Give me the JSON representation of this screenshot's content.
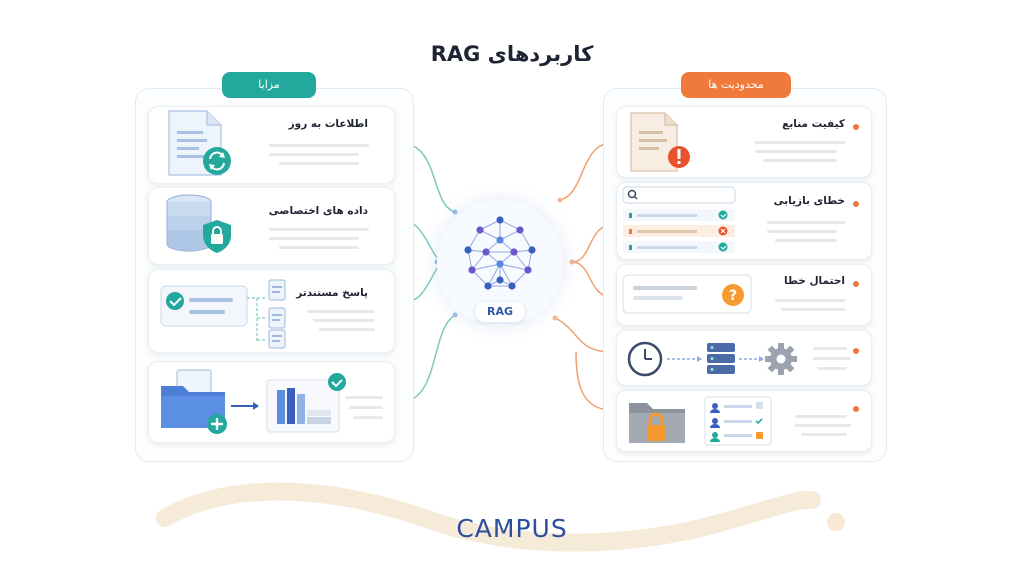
{
  "title": "کاربردهای RAG",
  "advantages": {
    "header": "مزایا",
    "items": [
      {
        "label": "اطلاعات به روز"
      },
      {
        "label": "داده های اختصاصی"
      },
      {
        "label": "پاسخ مستندتر"
      },
      {
        "label": ""
      }
    ]
  },
  "limitations": {
    "header": "محدودیت ها",
    "items": [
      {
        "label": "کیفیت منابع"
      },
      {
        "label": "خطای بازیابی"
      },
      {
        "label": "احتمال خطا"
      },
      {
        "label": ""
      },
      {
        "label": ""
      }
    ]
  },
  "center": {
    "label": "RAG"
  },
  "logo": {
    "text": "CAMPUS"
  },
  "colors": {
    "teal": "#22a89c",
    "orange": "#ef7a3c",
    "blue": "#3a5fc0",
    "navy": "#2d4f9a"
  },
  "icons": [
    "document-sync-icon",
    "database-lock-icon",
    "checklist-docs-icon",
    "folder-books-icon",
    "document-warning-icon",
    "search-results-icon",
    "question-icon",
    "clock-server-gear-icon",
    "folder-lock-users-icon"
  ]
}
